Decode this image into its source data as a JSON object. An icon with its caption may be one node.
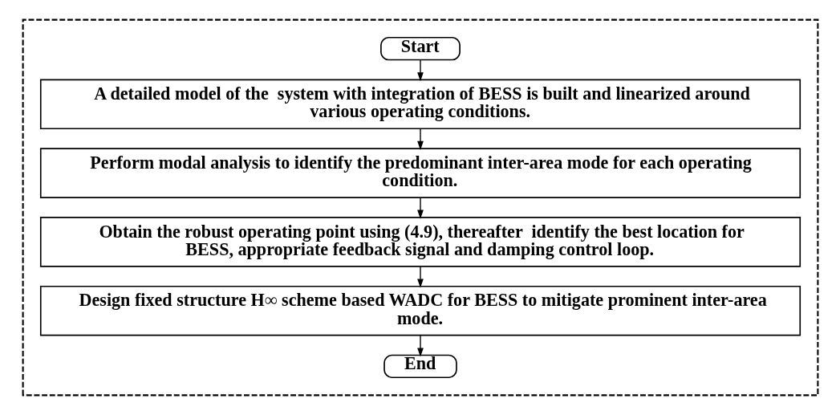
{
  "diagram": {
    "nodes": [
      {
        "text": [],
        "shape": "box"
      },
      {
        "text": [
          "Start"
        ],
        "in": 0
      },
      {
        "text": [
          "A detailed model of the  system with integration of BESS is built and linearized around various operating conditions."
        ],
        "in": 0
      },
      {
        "text": [
          "Perform modal analysis to identify the predominant inter-area mode for each operating condition."
        ],
        "in": 0
      },
      {
        "text": [
          "Obtain the robust operating point using (4.9), thereafter  identify the best location for BESS, appropriate feedback signal and damping control loop."
        ],
        "in": 0
      },
      {
        "text": [
          "Design fixed structure H∞ scheme based WADC for BESS to mitigate prominent inter-area mode."
        ],
        "in": 0
      },
      {
        "text": [
          "End"
        ],
        "in": 0
      }
    ],
    "edges": [
      {
        "from": 1,
        "to": 2,
        "arrow": "to"
      },
      {
        "from": 2,
        "to": 3,
        "arrow": "to"
      },
      {
        "from": 3,
        "to": 4,
        "arrow": "to"
      },
      {
        "from": 4,
        "to": 5,
        "arrow": "to"
      },
      {
        "from": 5,
        "to": 6,
        "arrow": "to"
      }
    ]
  }
}
